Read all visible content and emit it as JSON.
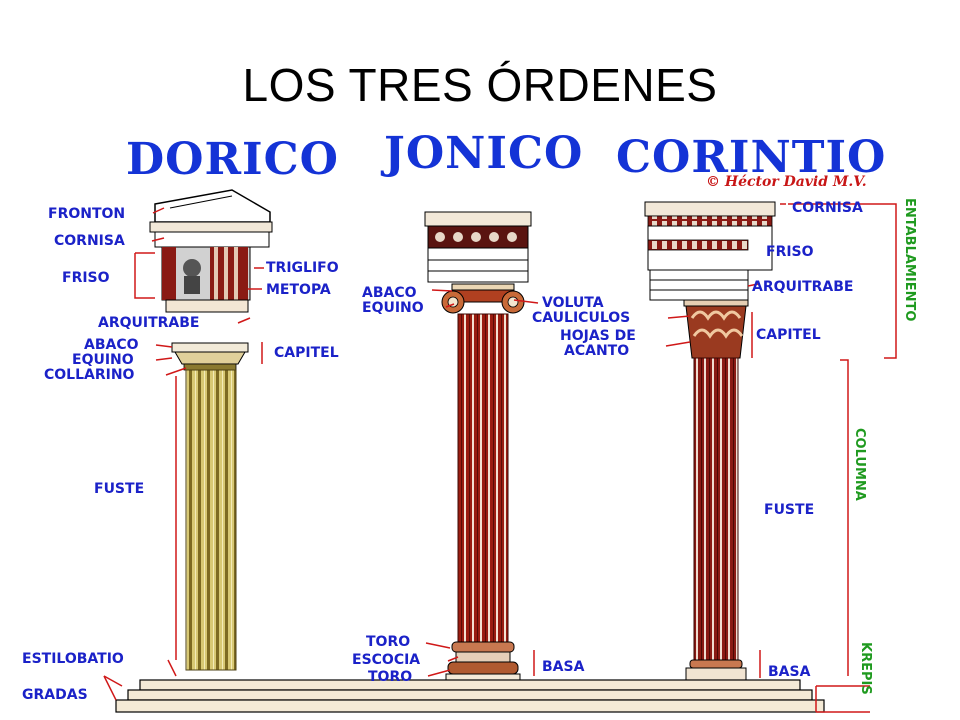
{
  "slide": {
    "title": "LOS TRES ÓRDENES"
  },
  "orders": {
    "doric": "DORICO",
    "ionic": "JONICO",
    "corinthian": "CORINTIO"
  },
  "credit": "© Héctor David M.V.",
  "doric_labels": {
    "fronton": "FRONTON",
    "cornisa": "CORNISA",
    "friso": "FRISO",
    "triglifo": "TRIGLIFO",
    "metopa": "METOPA",
    "arquitrabe": "ARQUITRABE",
    "abaco": "ABACO",
    "equino": "EQUINO",
    "collarino": "COLLARINO",
    "capitel": "CAPITEL",
    "fuste": "FUSTE",
    "estilobatio": "ESTILOBATIO",
    "gradas": "GRADAS"
  },
  "ionic_labels": {
    "abaco": "ABACO",
    "equino": "EQUINO",
    "voluta": "VOLUTA",
    "toro_top": "TORO",
    "escocia": "ESCOCIA",
    "toro_bottom": "TORO",
    "basa": "BASA"
  },
  "corinthian_labels": {
    "cornisa": "CORNISA",
    "friso": "FRISO",
    "arquitrabe": "ARQUITRABE",
    "caulicolos": "CAULICULOS",
    "hojas_line1": "HOJAS DE",
    "hojas_line2": "ACANTO",
    "capitel": "CAPITEL",
    "fuste": "FUSTE",
    "basa": "BASA"
  },
  "side_labels": {
    "entablamiento": "ENTABLAMIENTO",
    "columna": "COLUMNA",
    "krepis": "KREPIS"
  },
  "colors": {
    "label_blue": "#1b22c8",
    "title_blue": "#1433d6",
    "leader_red": "#d01818",
    "side_green": "#1f9a1f",
    "doric_shaft": "#c9b35a",
    "ionic_shaft": "#8a1a12"
  }
}
